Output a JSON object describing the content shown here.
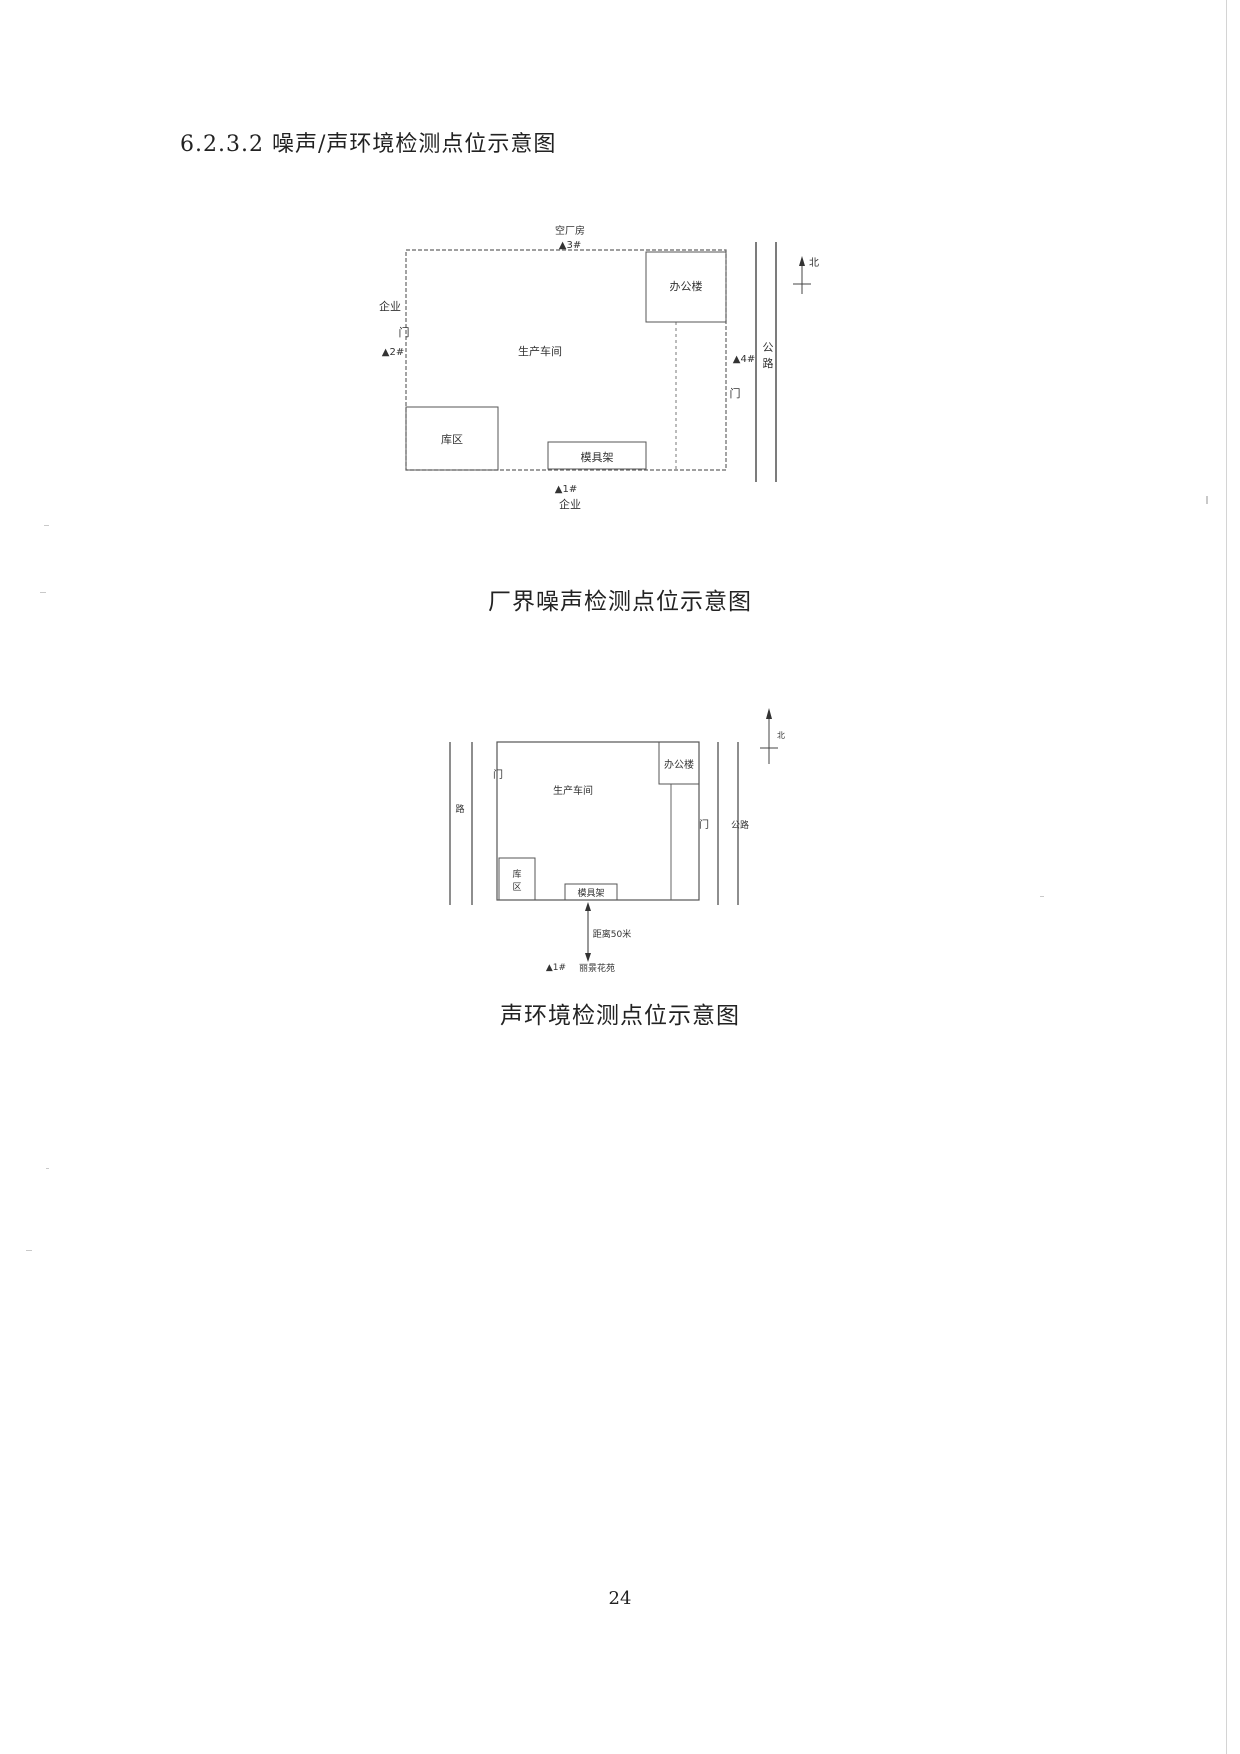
{
  "section_heading": "6.2.3.2 噪声/声环境检测点位示意图",
  "figure1": {
    "caption": "厂界噪声检测点位示意图",
    "labels": {
      "top_outside": "空厂房",
      "point3": "▲3#",
      "left_outside": "企业",
      "left_gate": "门",
      "point2": "▲2#",
      "workshop": "生产车间",
      "office": "办公楼",
      "warehouse": "库区",
      "mold_rack": "模具架",
      "point1": "▲1#",
      "bottom_outside": "企业",
      "point4": "▲4#",
      "right_gate": "门",
      "road_char1": "公",
      "road_char2": "路",
      "north": "北"
    }
  },
  "figure2": {
    "caption": "声环境检测点位示意图",
    "labels": {
      "road_left": "路",
      "left_gate": "门",
      "workshop": "生产车间",
      "office": "办公楼",
      "warehouse_char1": "库",
      "warehouse_char2": "区",
      "mold_rack": "模具架",
      "right_gate": "门",
      "road_right": "公路",
      "distance": "距离50米",
      "point1": "▲1#",
      "garden": "丽景花苑",
      "north": "北"
    }
  },
  "page_number": "24"
}
